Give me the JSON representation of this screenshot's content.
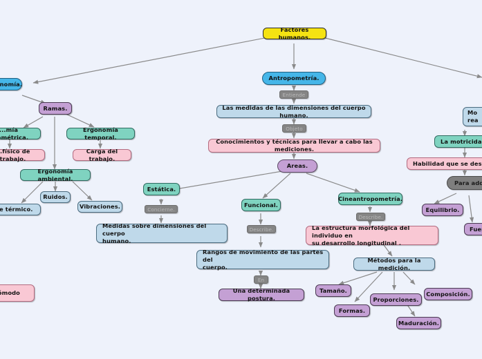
{
  "diagram": {
    "title": "Factores humanos",
    "background_color": "#eef2fb",
    "edge_color": "#8a8a8a"
  },
  "colors": {
    "root_yellow": "#f5e312",
    "blue": "#45b6e8",
    "purple": "#c4a0d4",
    "teal": "#7fd3c0",
    "pink": "#f9c8d4",
    "light_blue": "#bfd9ea",
    "gray": "#7e7e7e"
  },
  "nodes": {
    "root": "Factores humanos.",
    "ergonomia": "ergonomía.",
    "ramas": "Ramas.",
    "ergonomia_geometrica": "...mía geométrica.",
    "esfuerzo_fisico": "...físico de trabajo.",
    "ergonomia_temporal": "Ergonomía temporal.",
    "carga_trabajo": "Carga del trabajo.",
    "ergonomia_ambiental": "Ergonomía ambiental.",
    "ambiente_termico": "...ente térmico.",
    "ruidos": "Ruidos.",
    "vibraciones": "Vibraciones.",
    "comodo": "...ómodo",
    "antropometria": "Antropometría.",
    "medidas_dimensiones": "Las medidas de las dimensiones del cuerpo humano.",
    "conocimientos_tecnicas": "Conocimientos y técnicas para llevar a cabo las mediciones.",
    "areas": "Areas.",
    "estatica": "Estática.",
    "medidas_sobre": "Medidas sobre dimensiones del cuerpo\nhumano.",
    "funcional": "Funcional.",
    "rangos_movimiento": "Rangos de movimiento de las partes del\ncuerpo.",
    "postura": "Una determinada postura.",
    "cineantropometria": "Cineantropometría.",
    "estructura_morfologica": "La estructura morfológica del individuo en\nsu desarrollo longitudinal .",
    "metodos_medicion": "Métodos para la medición.",
    "tamano": "Tamaño.",
    "formas": "Formas.",
    "proporciones": "Proporciones.",
    "maduracion": "Maduración.",
    "composicion": "Composición.",
    "motricidad_realizada": "Mo\nrea",
    "la_motricidad": "La motricidad ",
    "habilidad_desarrolla": "Habilidad que se desarroll",
    "para_adquirir": "Para adq",
    "equilibrio": "Equilibrio.",
    "fuerza": "Fuer"
  },
  "edge_labels": {
    "entiende": "Entiende",
    "objeto": "Objeto",
    "concierne": "Concierne.",
    "describe_funcional": "Describe.",
    "describe_cine": "Describe.",
    "en": "En"
  }
}
